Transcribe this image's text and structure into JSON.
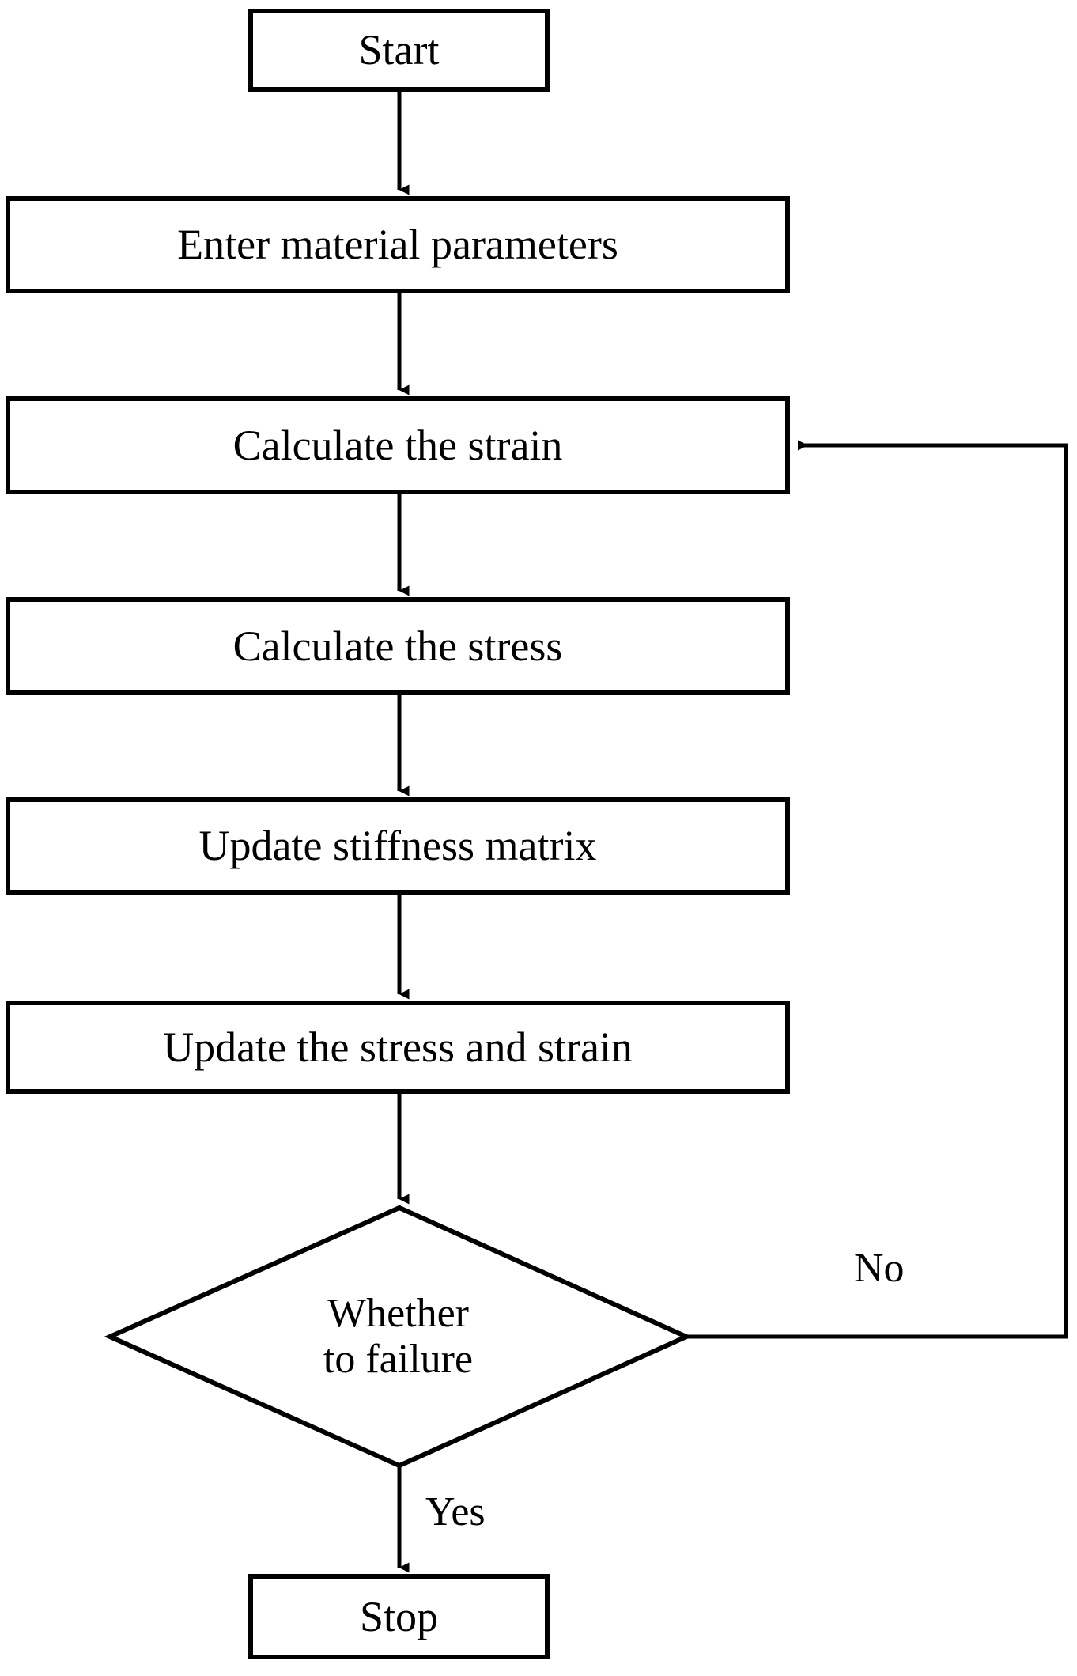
{
  "diagram": {
    "type": "flowchart",
    "orientation": "vertical",
    "background_color": "#ffffff",
    "stroke_color": "#000000",
    "text_color": "#000000",
    "nodes": [
      {
        "id": "start",
        "shape": "rectangle",
        "label": "Start"
      },
      {
        "id": "enter",
        "shape": "rectangle",
        "label": "Enter material parameters"
      },
      {
        "id": "strain",
        "shape": "rectangle",
        "label": "Calculate the strain"
      },
      {
        "id": "stress",
        "shape": "rectangle",
        "label": "Calculate the stress"
      },
      {
        "id": "stiffness",
        "shape": "rectangle",
        "label": "Update stiffness matrix"
      },
      {
        "id": "update",
        "shape": "rectangle",
        "label": "Update the stress and strain"
      },
      {
        "id": "decision",
        "shape": "diamond",
        "label": "Whether\nto failure"
      },
      {
        "id": "stop",
        "shape": "rectangle",
        "label": "Stop"
      }
    ],
    "edges": [
      {
        "from": "start",
        "to": "enter",
        "label": ""
      },
      {
        "from": "enter",
        "to": "strain",
        "label": ""
      },
      {
        "from": "strain",
        "to": "stress",
        "label": ""
      },
      {
        "from": "stress",
        "to": "stiffness",
        "label": ""
      },
      {
        "from": "stiffness",
        "to": "update",
        "label": ""
      },
      {
        "from": "update",
        "to": "decision",
        "label": ""
      },
      {
        "from": "decision",
        "to": "strain",
        "label": "No"
      },
      {
        "from": "decision",
        "to": "stop",
        "label": "Yes"
      }
    ],
    "labels": {
      "no": "No",
      "yes": "Yes"
    }
  }
}
